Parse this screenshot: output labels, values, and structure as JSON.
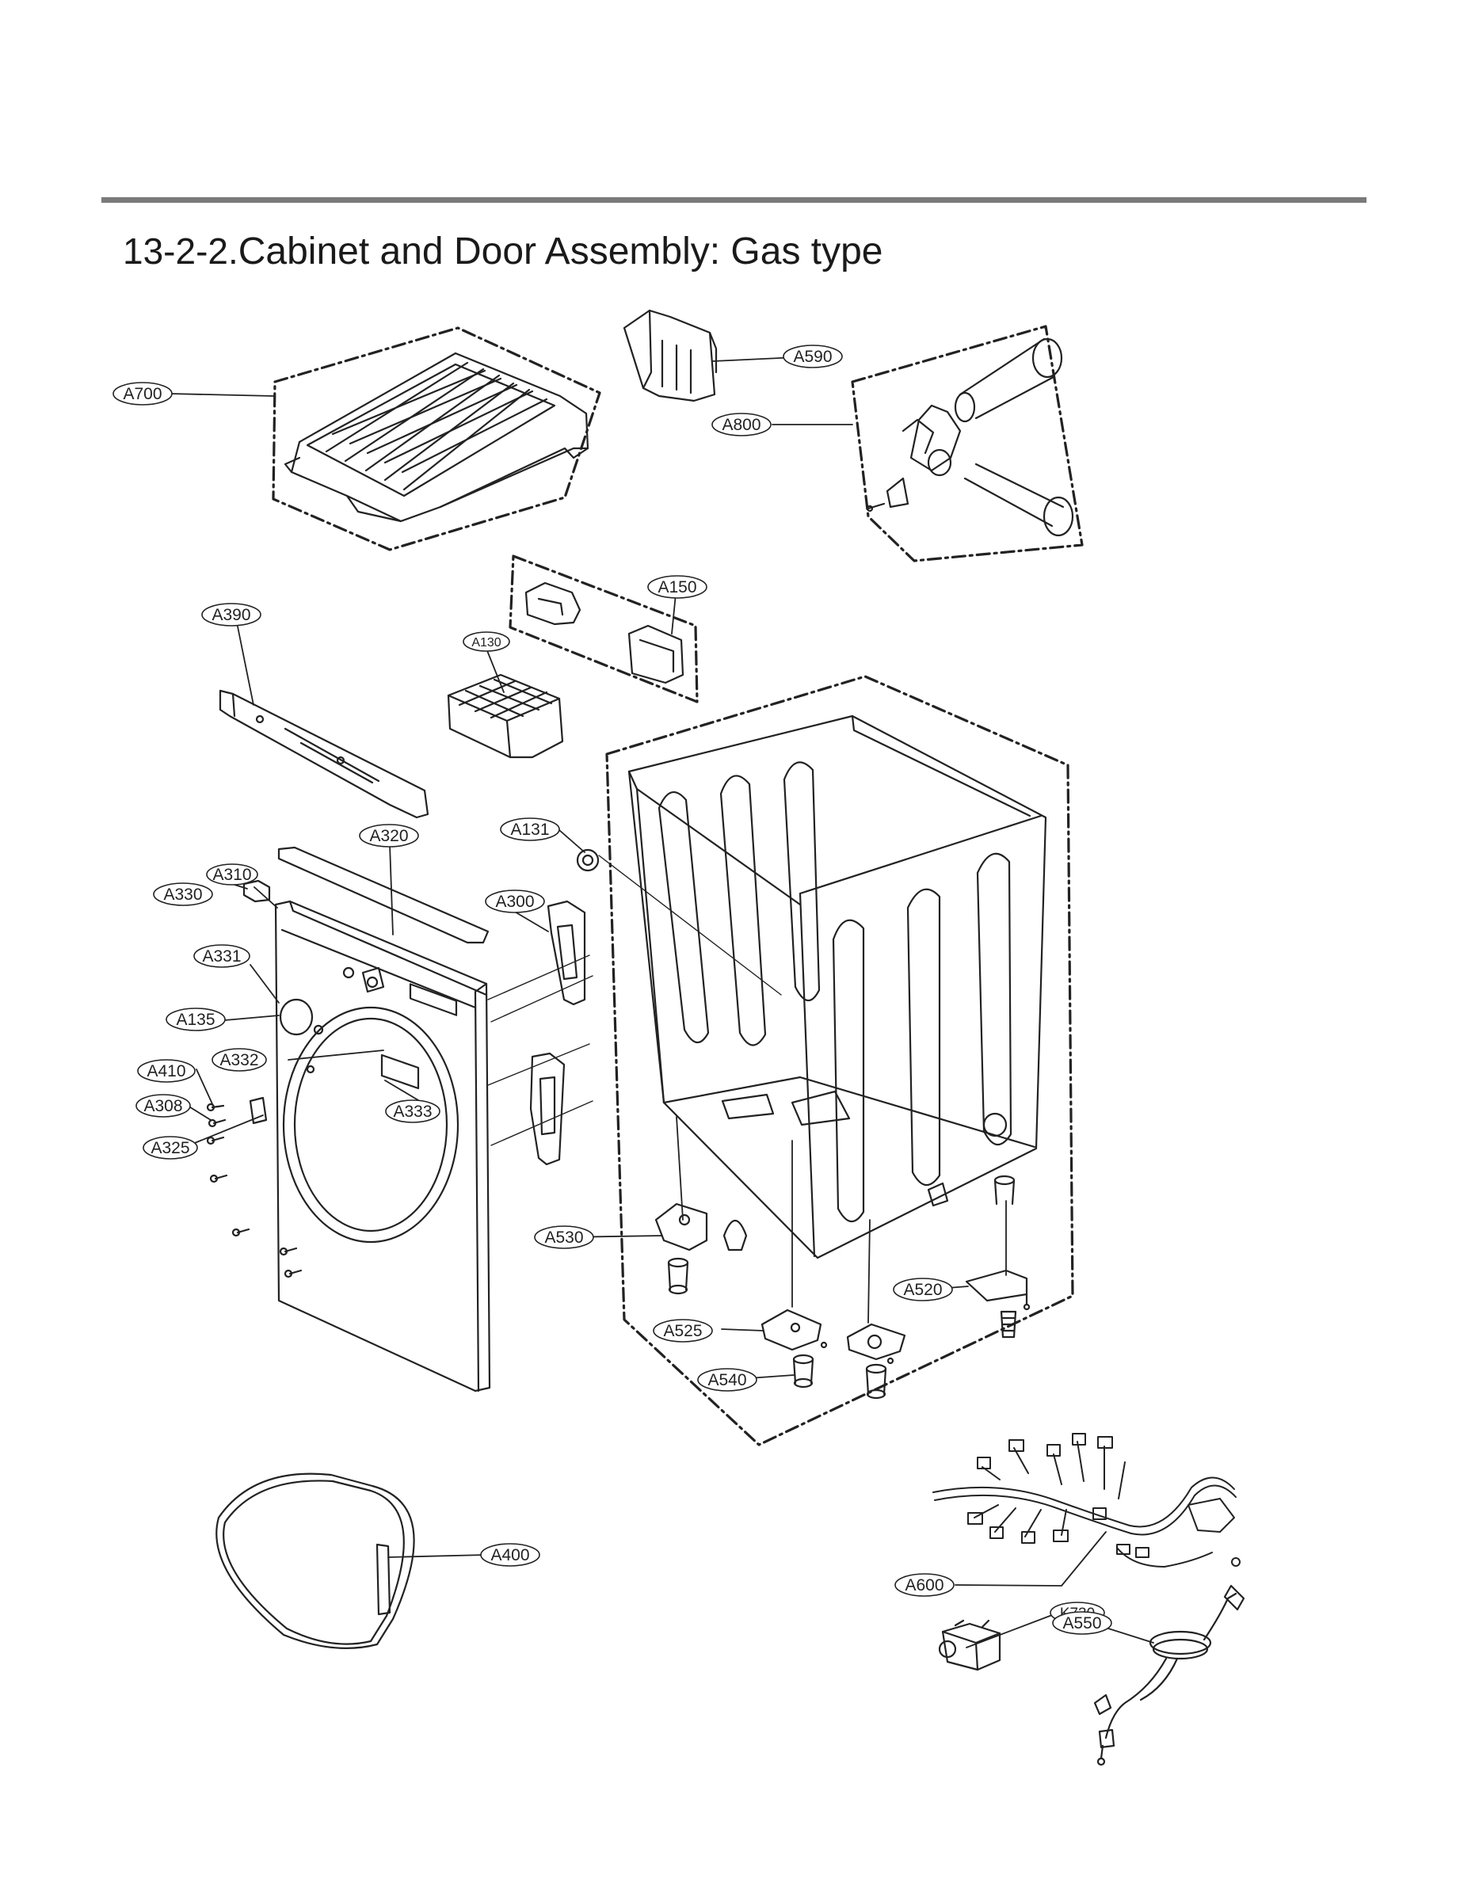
{
  "header": {
    "section_number": "13-2-2.",
    "title": "Cabinet and Door Assembly: Gas type"
  },
  "callouts": [
    {
      "id": "a700",
      "label": "A700"
    },
    {
      "id": "a590",
      "label": "A590"
    },
    {
      "id": "a800",
      "label": "A800"
    },
    {
      "id": "a150",
      "label": "A150"
    },
    {
      "id": "a390",
      "label": "A390"
    },
    {
      "id": "a130",
      "label": "A130"
    },
    {
      "id": "a320",
      "label": "A320"
    },
    {
      "id": "a131",
      "label": "A131"
    },
    {
      "id": "a310",
      "label": "A310"
    },
    {
      "id": "a330",
      "label": "A330"
    },
    {
      "id": "a300",
      "label": "A300"
    },
    {
      "id": "a331",
      "label": "A331"
    },
    {
      "id": "a135",
      "label": "A135"
    },
    {
      "id": "a332",
      "label": "A332"
    },
    {
      "id": "a410",
      "label": "A410"
    },
    {
      "id": "a308",
      "label": "A308"
    },
    {
      "id": "a333",
      "label": "A333"
    },
    {
      "id": "a325",
      "label": "A325"
    },
    {
      "id": "a530",
      "label": "A530"
    },
    {
      "id": "a520",
      "label": "A520"
    },
    {
      "id": "a525",
      "label": "A525"
    },
    {
      "id": "a540",
      "label": "A540"
    },
    {
      "id": "a400",
      "label": "A400"
    },
    {
      "id": "a600",
      "label": "A600"
    },
    {
      "id": "k730",
      "label": "K730"
    },
    {
      "id": "a550",
      "label": "A550"
    }
  ]
}
